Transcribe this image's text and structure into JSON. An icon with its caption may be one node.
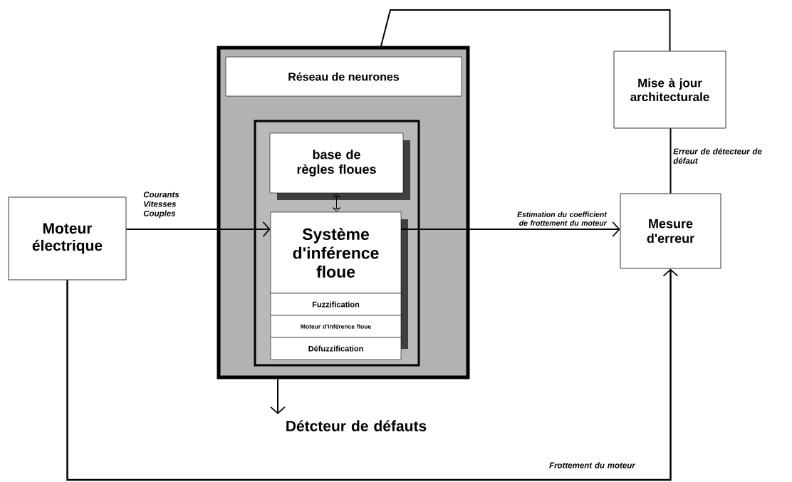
{
  "diagram": {
    "nodes": [
      {
        "text": [
          "Moteur électrique"
        ]
      },
      {
        "text": [
          "Réseau de neurones"
        ]
      },
      {
        "text": [],
        "shape": "box",
        "in": 1
      },
      {
        "text": [
          "base de règles floues"
        ],
        "in": 2
      },
      {
        "text": [
          "Système d'inférence floue"
        ],
        "in": 2
      },
      {
        "text": [
          "Fuzzification"
        ],
        "in": 2
      },
      {
        "text": [
          "Moteur d'inférence floue"
        ],
        "in": 2
      },
      {
        "text": [
          "Défuzzification"
        ],
        "in": 2
      },
      {
        "text": [
          "Détcteur de défauts"
        ]
      },
      {
        "text": [
          "Mise à jour architecturale"
        ]
      },
      {
        "text": [
          "Mesure d'erreur"
        ]
      }
    ],
    "edges": [
      {
        "from": 0,
        "to": 4,
        "arrow": "to",
        "label": "Courants Vitesses Couples"
      },
      {
        "from": 3,
        "to": 4,
        "arrow": "both"
      },
      {
        "from": 4,
        "to": 10,
        "arrow": "to",
        "label": "Estimation du coefficient de frottement du moteur"
      },
      {
        "from": 1,
        "to": 8,
        "arrow": "to"
      },
      {
        "from": 0,
        "to": 10,
        "arrow": "to",
        "label": "Frottement du moteur"
      },
      {
        "from": 10,
        "to": 9,
        "arrow": "none",
        "label": "Erreur de détecteur de défaut"
      },
      {
        "from": 9,
        "to": 1,
        "arrow": "none"
      }
    ]
  }
}
